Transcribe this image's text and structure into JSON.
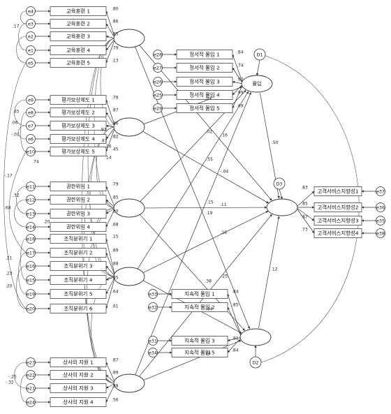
{
  "title": "",
  "groups": [
    {
      "id": "edu",
      "latent_label": "",
      "items": [
        {
          "label": "교육훈련 1",
          "err": "e4",
          "coef": ".80"
        },
        {
          "label": "교육훈련 2",
          "err": "e3",
          "coef": ".86"
        },
        {
          "label": "교육훈련 3",
          "err": "e2",
          "coef": ".85"
        },
        {
          "label": "교육훈련 4",
          "err": "e1",
          "coef": ".79"
        },
        {
          "label": "교육훈련 5",
          "err": "e5",
          "coef": ".13"
        }
      ]
    },
    {
      "id": "eval",
      "latent_label": "",
      "items": [
        {
          "label": "평가보상제도 1",
          "err": "e9",
          "coef": ".79"
        },
        {
          "label": "평가보상제도 2",
          "err": "e8",
          "coef": ".87"
        },
        {
          "label": "평가보상제도 3",
          "err": "e7",
          "coef": ".86"
        },
        {
          "label": "평가보상제도 4",
          "err": "e6",
          "coef": ".82"
        },
        {
          "label": "평가보상제도 5",
          "err": "e10",
          "coef": ".45"
        }
      ]
    },
    {
      "id": "auth",
      "latent_label": "",
      "items": [
        {
          "label": "권한위임 1",
          "err": "e11",
          "coef": ".79"
        },
        {
          "label": "권한위임 2",
          "err": "e12",
          "coef": ".85"
        },
        {
          "label": "권한위임 3",
          "err": "e13",
          "coef": ".80"
        },
        {
          "label": "권한위임 4",
          "err": "e14",
          "coef": ".68"
        }
      ]
    },
    {
      "id": "climate",
      "latent_label": "",
      "items": [
        {
          "label": "조직분위기 1",
          "err": "e18",
          "coef": ".15"
        },
        {
          "label": "조직분위기 2",
          "err": "e17",
          "coef": ".89"
        },
        {
          "label": "조직분위기 3",
          "err": "e16",
          "coef": ".88"
        },
        {
          "label": "조직분위기 4",
          "err": "e15",
          "coef": ".85"
        },
        {
          "label": "조직분위기 5",
          "err": "e19",
          "coef": ".64"
        },
        {
          "label": "조직분위기 6",
          "err": "e20",
          "coef": ".61"
        }
      ]
    },
    {
      "id": "boss",
      "latent_label": "",
      "items": [
        {
          "label": "상사의 지원 1",
          "err": "e23",
          "coef": ".87"
        },
        {
          "label": "상사의 지원 2",
          "err": "e22",
          "coef": ".89"
        },
        {
          "label": "상사의 지원 3",
          "err": "e21",
          "coef": ".88"
        },
        {
          "label": "상사의 지원 4",
          "err": "e24",
          "coef": ".56"
        }
      ]
    }
  ],
  "affective": {
    "latent_label": "몰입",
    "disturbance": "D1",
    "items": [
      {
        "label": "정서적 몰입 1",
        "err": "e28",
        "coef": ".84"
      },
      {
        "label": "정서적 몰입 2",
        "err": "e27",
        "coef": ".74"
      },
      {
        "label": "정서적 몰입 3",
        "err": "e26",
        "coef": ".92"
      },
      {
        "label": "정서적 몰입 4",
        "err": "e25",
        "coef": ".99"
      },
      {
        "label": "정서적 몰입 5",
        "err": "e29",
        "coef": ".69"
      }
    ]
  },
  "continuance": {
    "latent_label": "",
    "disturbance": "D2",
    "items": [
      {
        "label": "지속적 몰입 1",
        "err": "e33",
        "coef": ".84"
      },
      {
        "label": "지속적 몰입 2",
        "err": "e32",
        "coef": ".85"
      },
      {
        "label": "지속적 몰입 3",
        "err": "e31",
        "coef": ".91"
      },
      {
        "label": "지속적 몰입 5",
        "err": "e34",
        "coef": ".84"
      }
    ]
  },
  "service": {
    "latent_label": "",
    "disturbance": "D3",
    "items": [
      {
        "label": "고객서비스지향성1",
        "err": "e37",
        "coef": ".83"
      },
      {
        "label": "고객서비스지향성2",
        "err": "e36",
        "coef": ".85"
      },
      {
        "label": "고객서비스지향성3",
        "err": "e35",
        "coef": ".87"
      },
      {
        "label": "고객서비스지향성4",
        "err": "e38",
        "coef": ".73"
      }
    ]
  },
  "paths": [
    {
      "from": "eval",
      "to": "affective",
      "coef": ".04"
    },
    {
      "from": "auth",
      "to": "affective",
      "coef": ".02"
    },
    {
      "from": "climate",
      "to": "affective",
      "coef": ".55"
    },
    {
      "from": "boss",
      "to": "affective",
      "coef": ".15"
    },
    {
      "from": "edu",
      "to": "service",
      "coef": ".16"
    },
    {
      "from": "eval",
      "to": "service",
      "coef": "-.04"
    },
    {
      "from": "auth",
      "to": "service",
      "coef": ".11"
    },
    {
      "from": "climate",
      "to": "service",
      "coef": ".16"
    },
    {
      "from": "boss",
      "to": "service",
      "coef": ".25"
    },
    {
      "from": "edu",
      "to": "continuance",
      "coef": ".19"
    },
    {
      "from": "auth",
      "to": "continuance",
      "coef": ".38"
    },
    {
      "from": "climate",
      "to": "continuance",
      "coef": "-.04"
    },
    {
      "from": "boss",
      "to": "continuance",
      "coef": ".04"
    },
    {
      "from": "affective",
      "to": "service",
      "coef": ".50"
    },
    {
      "from": "continuance",
      "to": "service",
      "coef": ".12"
    }
  ],
  "covariance_labels": [
    ".17",
    ".45",
    ".06",
    "-.01",
    ".74",
    "-.17",
    ".68",
    ".32",
    ".20",
    ".21",
    ".23",
    ".20",
    "-.25",
    "-.32",
    ".16",
    ".14",
    ".93",
    ".87"
  ],
  "colors": {
    "stroke": "#333333",
    "box_fill": "#ffffff",
    "background": "#ffffff"
  }
}
